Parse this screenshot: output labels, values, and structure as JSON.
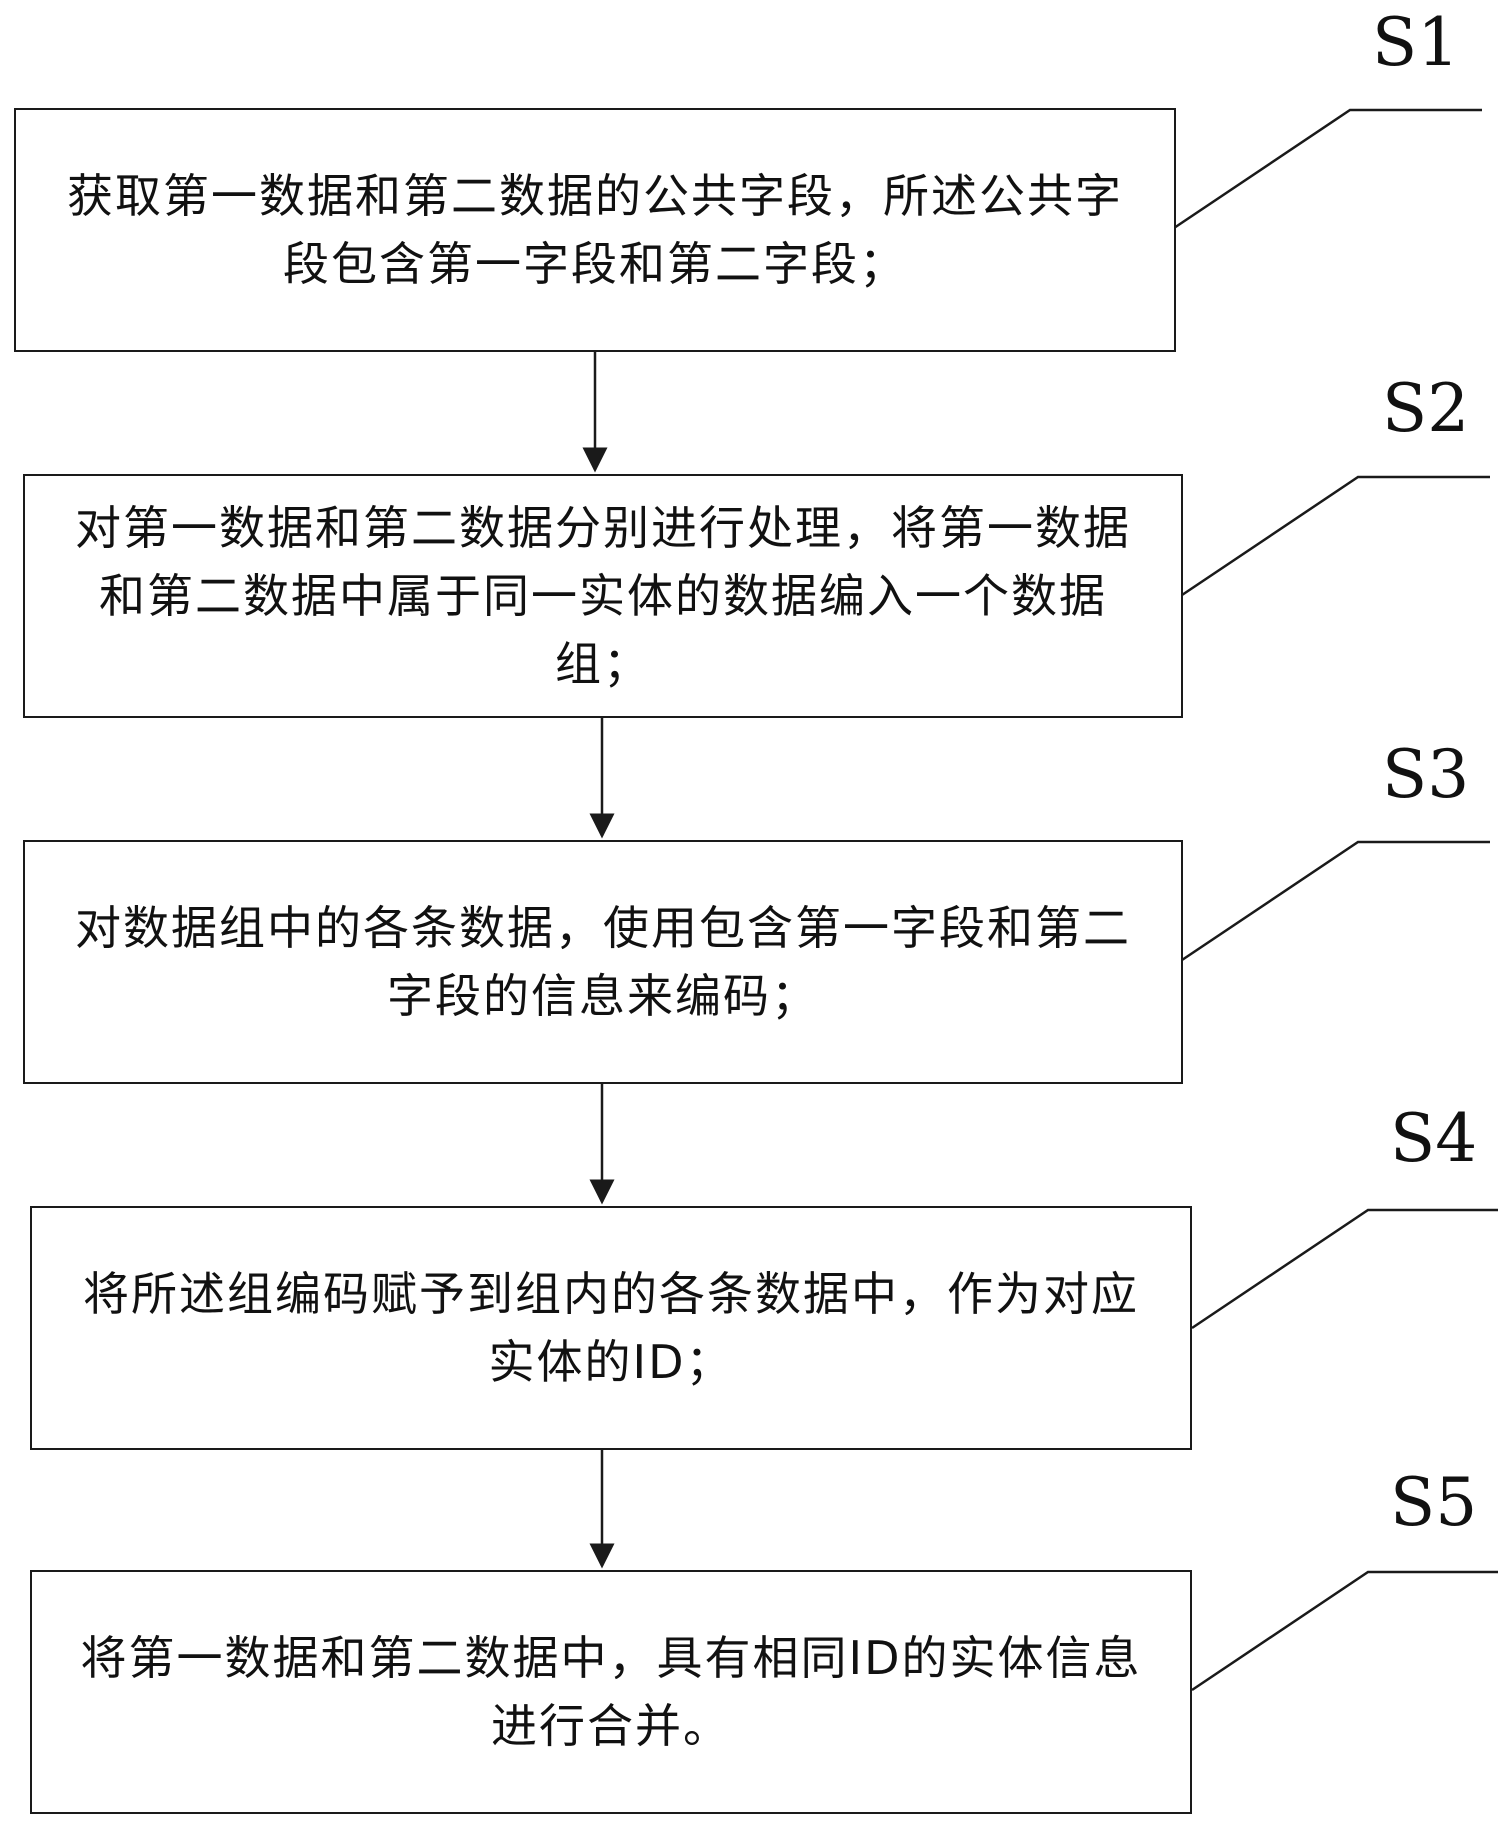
{
  "steps": [
    {
      "id": "S1",
      "label": "S1",
      "text": "获取第一数据和第二数据的公共字段，所述公共字段包含第一字段和第二字段；"
    },
    {
      "id": "S2",
      "label": "S2",
      "text": "对第一数据和第二数据分别进行处理，将第一数据和第二数据中属于同一实体的数据编入一个数据组；"
    },
    {
      "id": "S3",
      "label": "S3",
      "text": "对数据组中的各条数据，使用包含第一字段和第二字段的信息来编码；"
    },
    {
      "id": "S4",
      "label": "S4",
      "text": "将所述组编码赋予到组内的各条数据中，作为对应实体的ID；"
    },
    {
      "id": "S5",
      "label": "S5",
      "text": "将第一数据和第二数据中，具有相同ID的实体信息进行合并。"
    }
  ],
  "colors": {
    "stroke": "#1a1a1a",
    "background": "#ffffff",
    "text": "#111111"
  }
}
